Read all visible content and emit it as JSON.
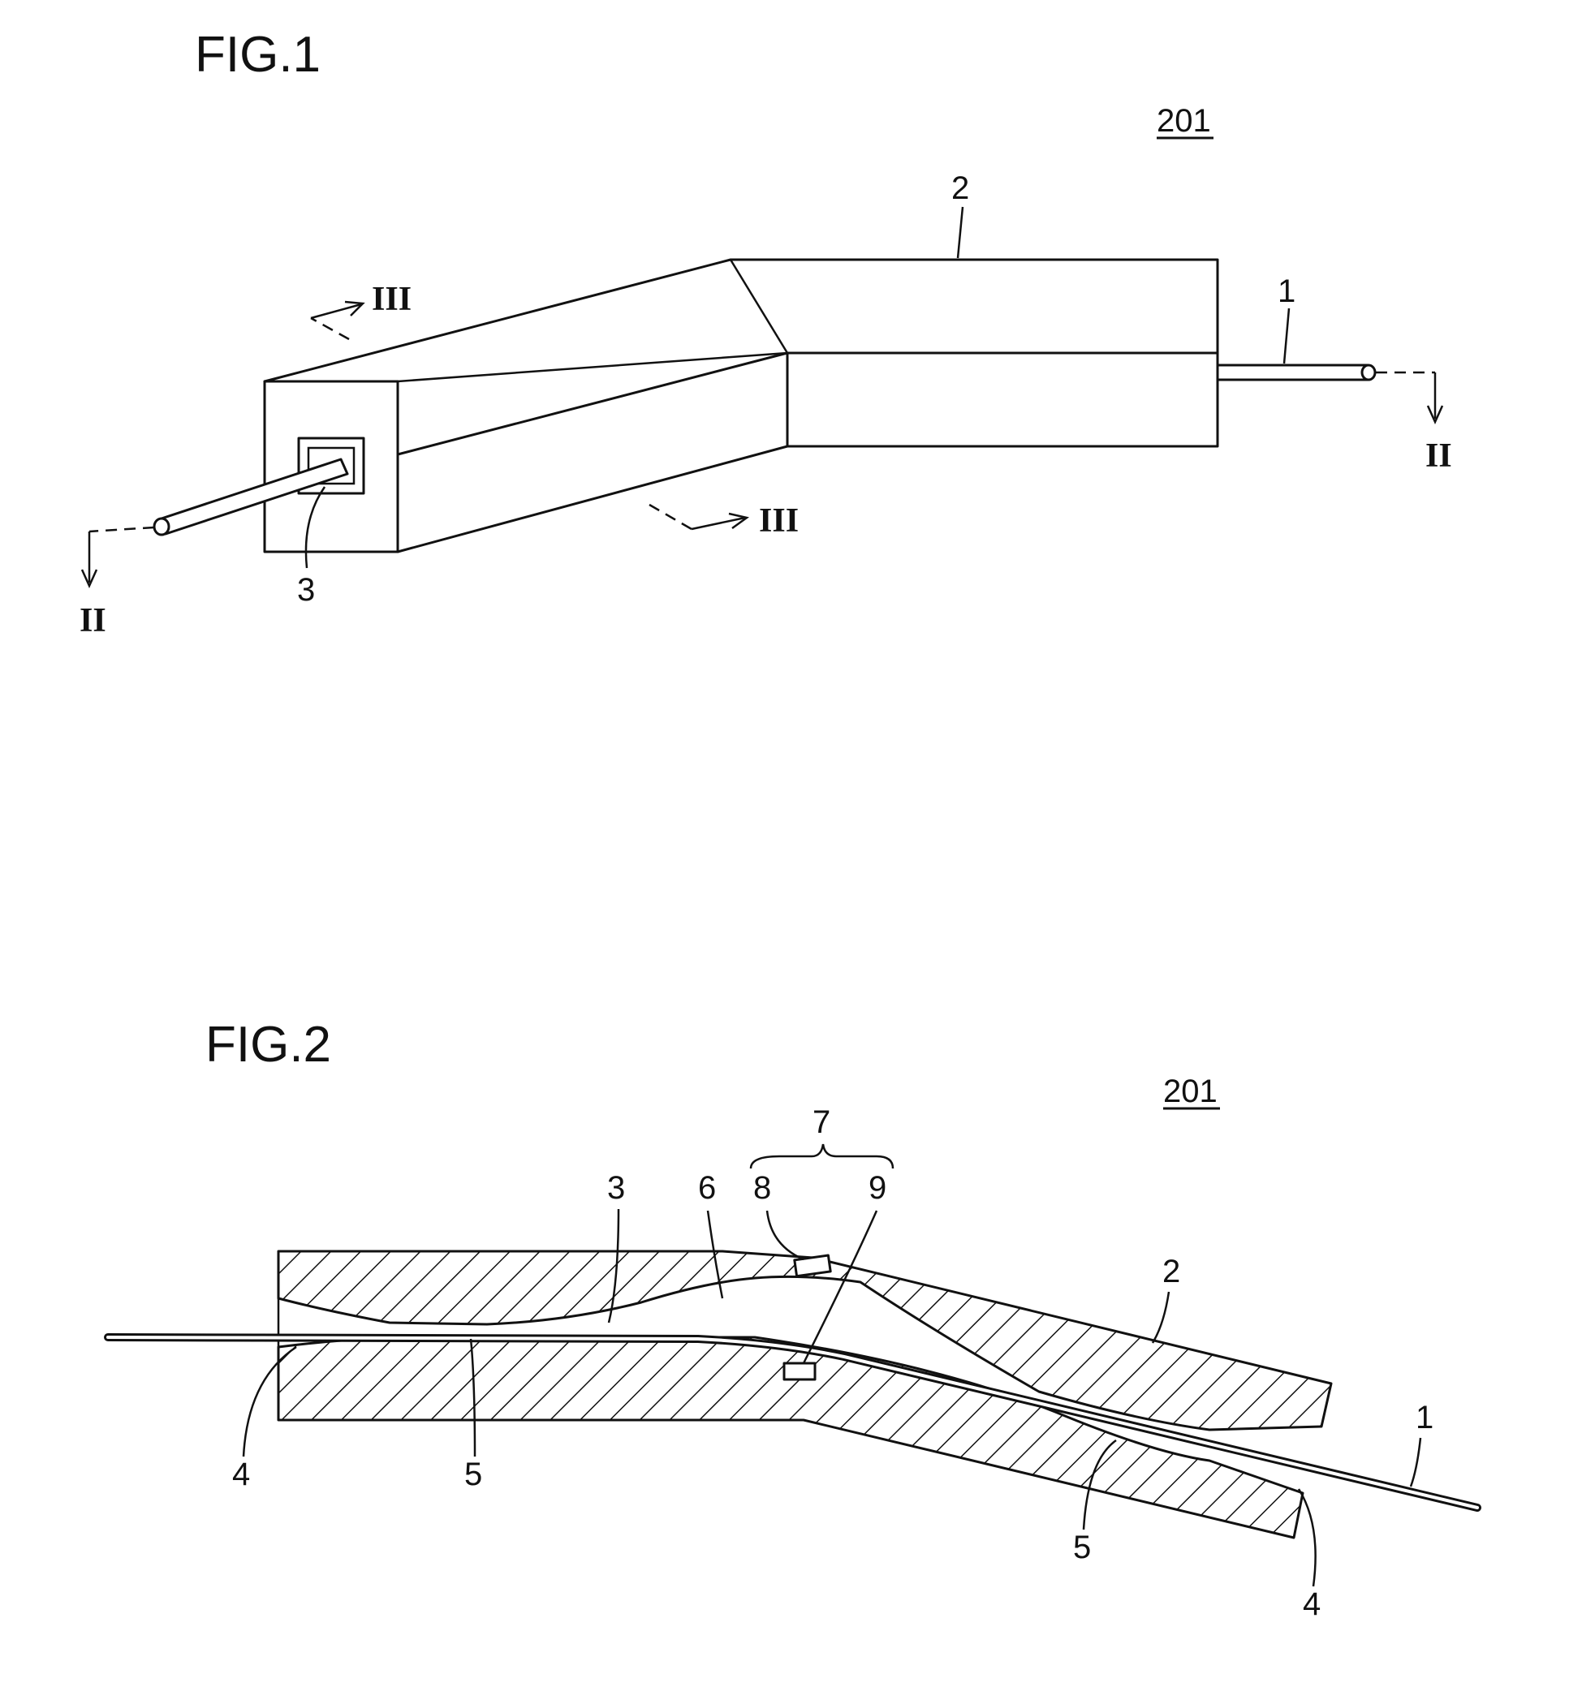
{
  "figure1": {
    "title": "FIG.1",
    "ref_number": "201",
    "labels": {
      "housing": "2",
      "fiber": "1",
      "hole": "3",
      "section_ii_left": "II",
      "section_ii_right": "II",
      "section_iii_top": "III",
      "section_iii_bottom": "III"
    }
  },
  "figure2": {
    "title": "FIG.2",
    "ref_number": "201",
    "labels": {
      "detector": "7",
      "element_a": "8",
      "element_b": "9",
      "hole": "3",
      "cavity": "6",
      "housing": "2",
      "fiber": "1",
      "flare_left": "4",
      "flare_right": "4",
      "core_left": "5",
      "core_right": "5"
    }
  }
}
